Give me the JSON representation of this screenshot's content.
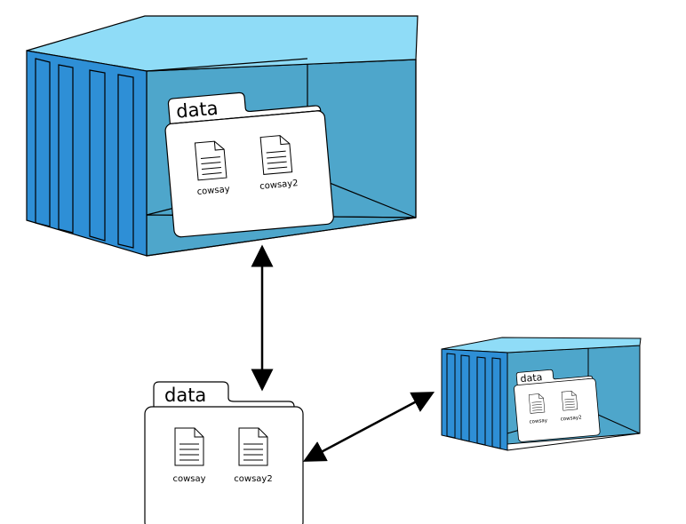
{
  "colors": {
    "container_side": "#2e8fd6",
    "container_top": "#8fdcf7",
    "container_inside": "#4ea6cb",
    "container_inner_top": "#7ac5e4",
    "outline": "#000000",
    "folder_fill": "#ffffff"
  },
  "large_container": {
    "folder": {
      "tab_label": "data",
      "files": [
        {
          "name": "cowsay",
          "icon": "document-icon"
        },
        {
          "name": "cowsay2",
          "icon": "document-icon"
        }
      ]
    }
  },
  "host_folder": {
    "tab_label": "data",
    "files": [
      {
        "name": "cowsay",
        "icon": "document-icon"
      },
      {
        "name": "cowsay2",
        "icon": "document-icon"
      }
    ]
  },
  "small_container": {
    "folder": {
      "tab_label": "data",
      "files": [
        {
          "name": "cowsay",
          "icon": "document-icon"
        },
        {
          "name": "cowsay2",
          "icon": "document-icon"
        }
      ]
    }
  },
  "arrows": [
    {
      "from": "large_container",
      "to": "host_folder",
      "style": "double-headed"
    },
    {
      "from": "host_folder",
      "to": "small_container",
      "style": "double-headed"
    }
  ]
}
